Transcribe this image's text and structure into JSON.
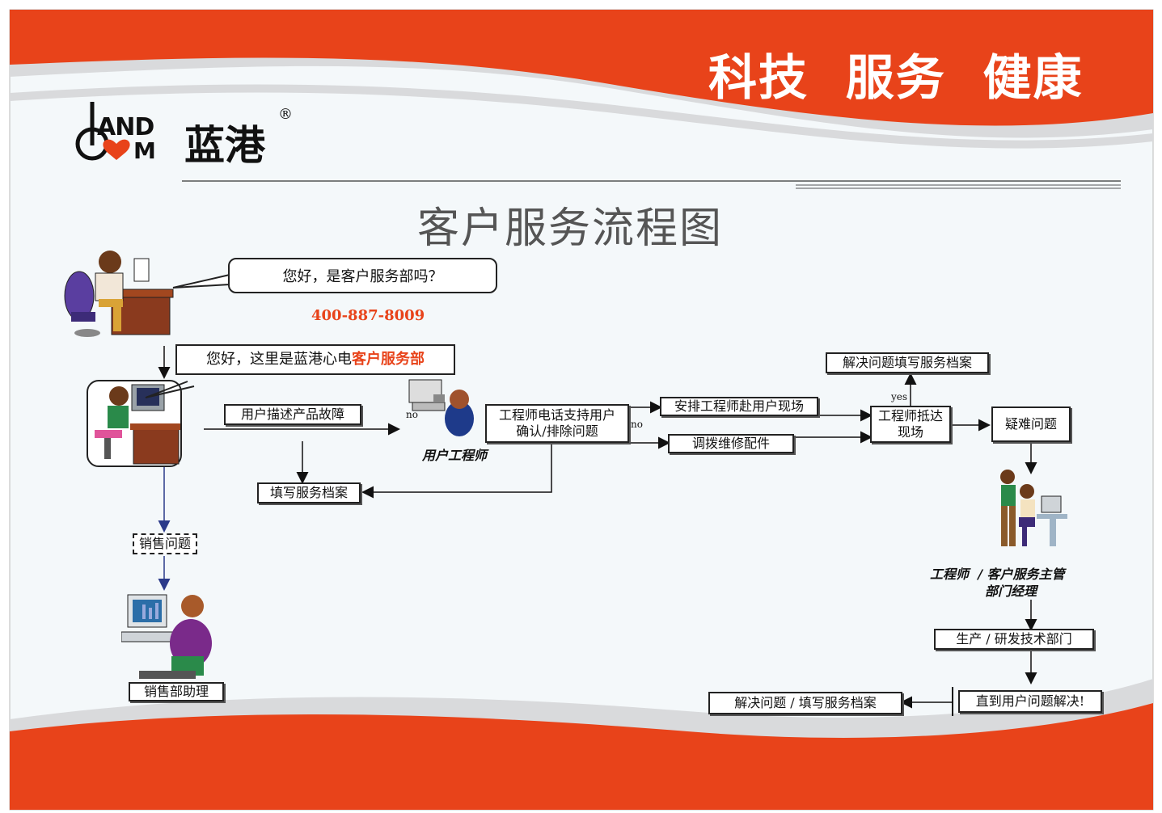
{
  "header": {
    "slogan": "科技  服务  健康",
    "logo_latin_top": "AND",
    "logo_latin_bottom": "M",
    "logo_cn": "蓝港",
    "registered_mark": "®"
  },
  "title": "客户服务流程图",
  "call": {
    "bubble_text": "您好，是客户服务部吗？",
    "phone": "400-887-8009"
  },
  "reply": {
    "text": "您好，这里是蓝港心电",
    "highlight": "客户服务部"
  },
  "nodes": {
    "describe_fault": "用户描述产品故障",
    "fill_record_1": "填写服务档案",
    "user_engineer": "用户工程师",
    "phone_support_line1": "工程师电话支持用户",
    "phone_support_line2": "确认/排除问题",
    "arrange_engineer": "安排工程师赴用户现场",
    "dispatch_parts": "调拨维修配件",
    "engineer_arrive_line1": "工程师抵达",
    "engineer_arrive_line2": "现场",
    "solve_fill_record": "解决问题填写服务档案",
    "difficult_problem": "疑难问题",
    "manager_line1": "工程师  / 客户服务主管",
    "manager_line2": "部门经理",
    "rnd": "生产 / 研发技术部门",
    "until_solved": "直到用户问题解决!",
    "final_record": "解决问题 / 填写服务档案",
    "sales_issue": "销售问题",
    "sales_assistant": "销售部助理"
  },
  "edge_labels": {
    "no_1": "no",
    "no_2": "no",
    "yes": "yes"
  },
  "colors": {
    "brand_orange": "#e8431a",
    "wave_gray": "#d9dadc",
    "arrow_blue": "#2b3a8a",
    "ink": "#111111"
  }
}
